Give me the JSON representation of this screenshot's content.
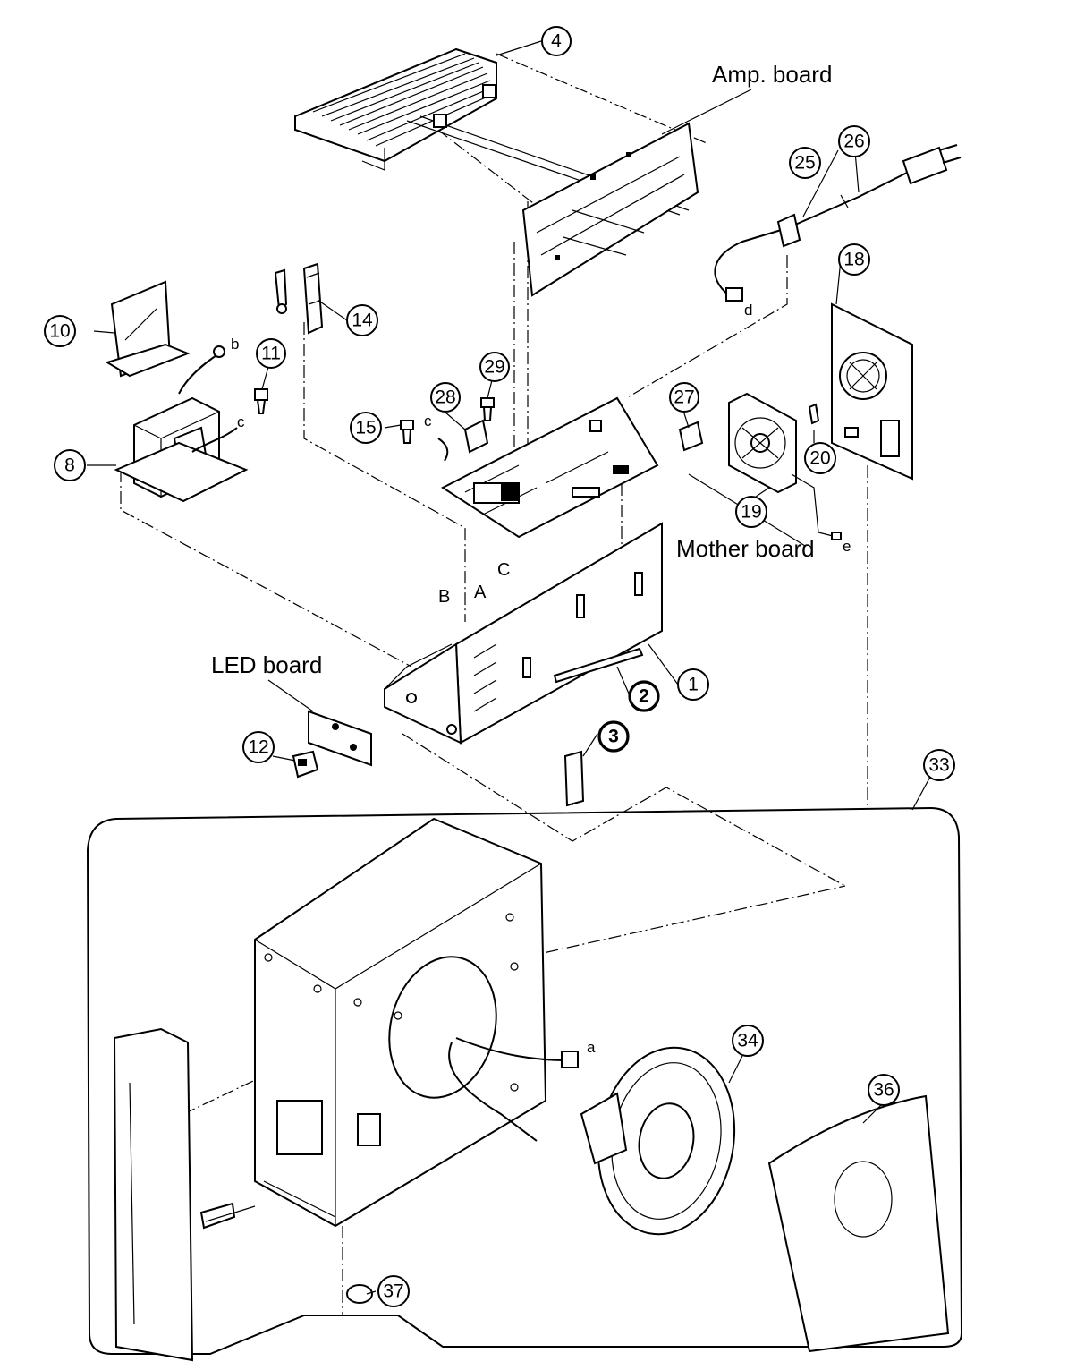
{
  "labels": {
    "amp_board": "Amp. board",
    "mother_board": "Mother board",
    "led_board": "LED board"
  },
  "letters": {
    "A": "A",
    "B": "B",
    "C": "C",
    "a": "a",
    "b": "b",
    "c1": "c",
    "c2": "c",
    "d": "d",
    "e": "e"
  },
  "callouts": {
    "n1": "1",
    "n2": "2",
    "n3": "3",
    "n4": "4",
    "n8": "8",
    "n10": "10",
    "n11": "11",
    "n12": "12",
    "n14": "14",
    "n15": "15",
    "n18": "18",
    "n19": "19",
    "n20": "20",
    "n25": "25",
    "n26": "26",
    "n27": "27",
    "n28": "28",
    "n29": "29",
    "n33": "33",
    "n34": "34",
    "n36": "36",
    "n37": "37"
  }
}
